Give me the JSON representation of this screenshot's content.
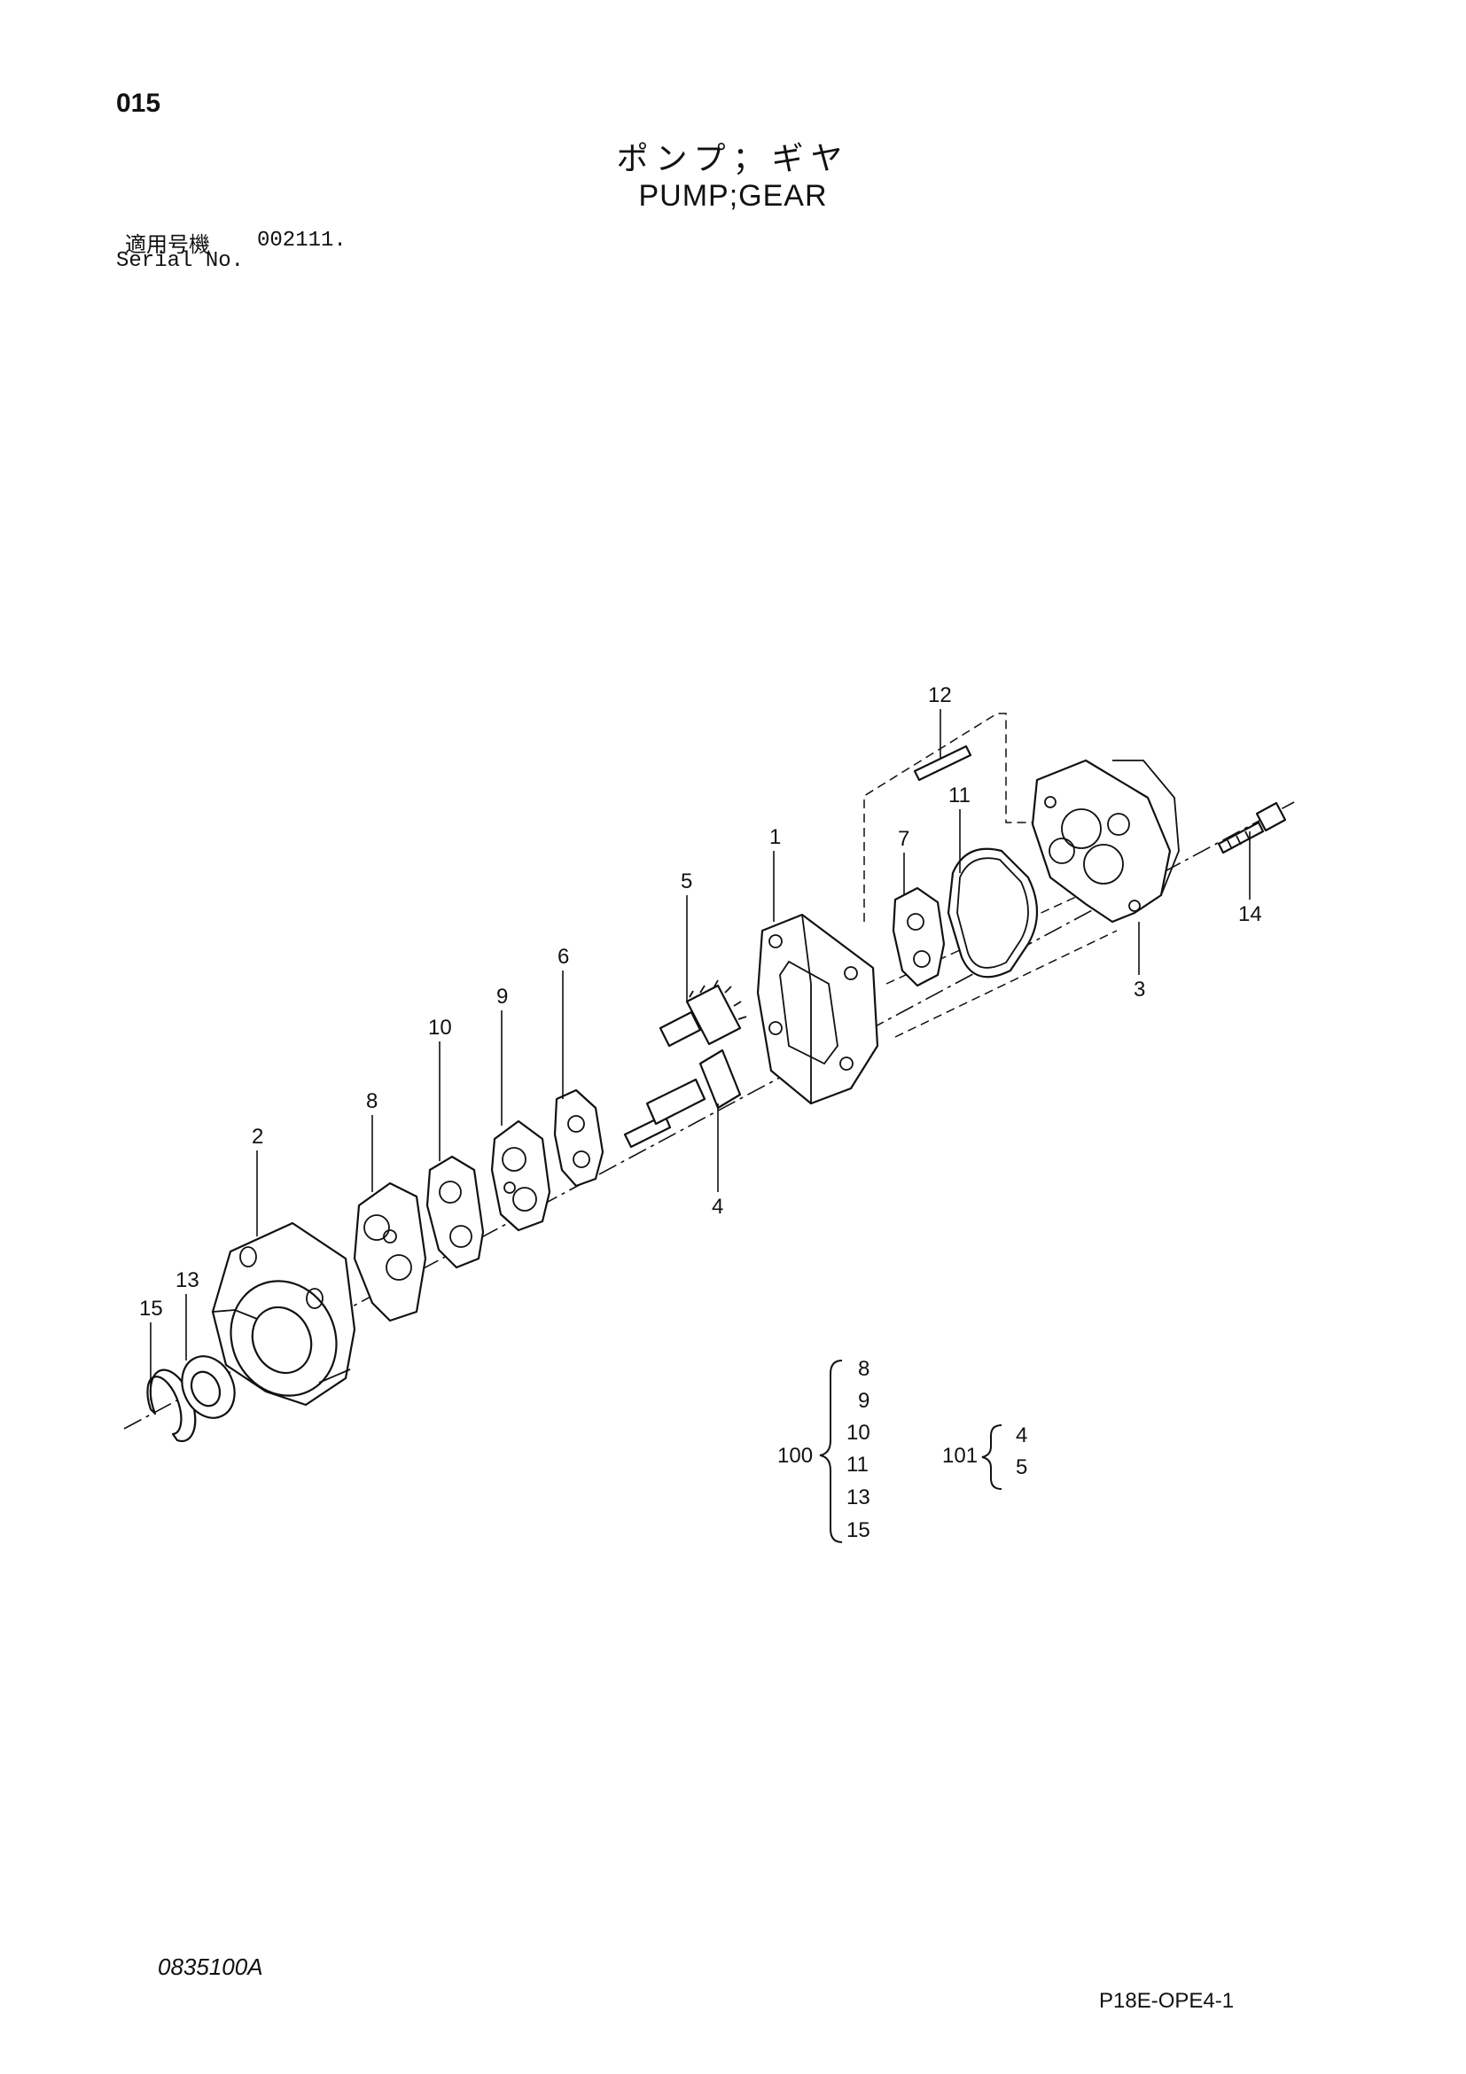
{
  "header": {
    "page_number": "015",
    "title_jp": "ポンプ；ギヤ",
    "title_en": "PUMP;GEAR",
    "serial_label_jp": "適用号機",
    "serial_value": "002111.",
    "serial_label_en": "Serial No."
  },
  "callouts": [
    {
      "id": "1",
      "text": "1"
    },
    {
      "id": "2",
      "text": "2"
    },
    {
      "id": "3",
      "text": "3"
    },
    {
      "id": "4",
      "text": "4"
    },
    {
      "id": "5",
      "text": "5"
    },
    {
      "id": "6",
      "text": "6"
    },
    {
      "id": "7",
      "text": "7"
    },
    {
      "id": "8",
      "text": "8"
    },
    {
      "id": "9",
      "text": "9"
    },
    {
      "id": "10",
      "text": "10"
    },
    {
      "id": "11",
      "text": "11"
    },
    {
      "id": "12",
      "text": "12"
    },
    {
      "id": "13",
      "text": "13"
    },
    {
      "id": "14",
      "text": "14"
    },
    {
      "id": "15",
      "text": "15"
    }
  ],
  "kits": [
    {
      "kit": "100",
      "items": [
        "8",
        "9",
        "10",
        "11",
        "13",
        "15"
      ]
    },
    {
      "kit": "101",
      "items": [
        "4",
        "5"
      ]
    }
  ],
  "footer": {
    "drawing_code": "0835100A",
    "sheet_code": "P18E-OPE4-1"
  }
}
